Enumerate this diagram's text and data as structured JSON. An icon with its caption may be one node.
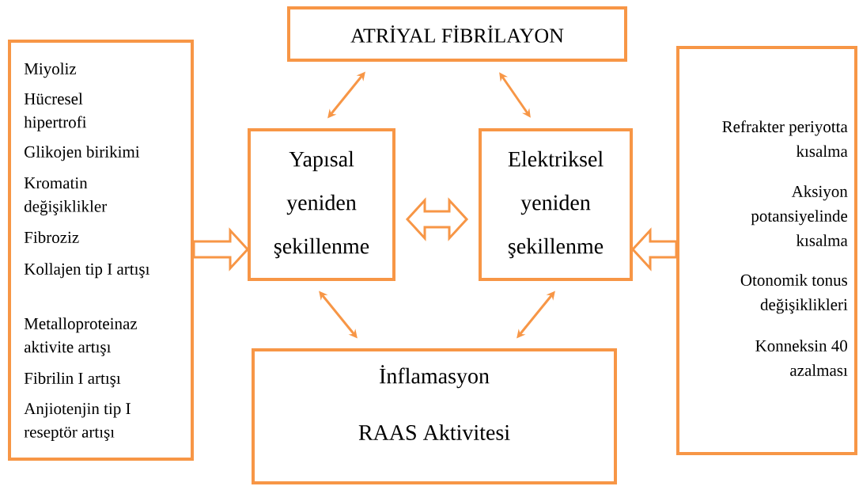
{
  "diagram": {
    "nodes": [
      {
        "text": [
          "ATRİYAL FİBRİLAYON"
        ]
      },
      {
        "text": [
          "Miyoliz",
          "Hücresel hipertrofi",
          "Glikojen birikimi",
          "Kromatin değişiklikler",
          "Fibroziz",
          "Kollajen tip I artışı",
          "Metalloproteinaz aktivite artışı",
          "Fibrilin I artışı",
          "Anjiotenjin tip I reseptör artışı"
        ]
      },
      {
        "text": [
          "Yapısal yeniden şekillenme"
        ]
      },
      {
        "text": [
          "Elektriksel yeniden şekillenme"
        ]
      },
      {
        "text": [
          "İnflamasyon",
          "RAAS Aktivitesi"
        ]
      },
      {
        "text": [
          "Refrakter periyotta kısalma",
          "Aksiyon potansiyelinde kısalma",
          "Otonomik tonus değişiklikleri",
          "Konneksin 40 azalması"
        ]
      }
    ],
    "edges": [
      {
        "from": 0,
        "to": 2,
        "arrow": "both"
      },
      {
        "from": 0,
        "to": 3,
        "arrow": "both"
      },
      {
        "from": 2,
        "to": 3,
        "arrow": "both",
        "style": "thick"
      },
      {
        "from": 1,
        "to": 2,
        "arrow": "to",
        "style": "thick"
      },
      {
        "from": 5,
        "to": 3,
        "arrow": "to",
        "style": "thick"
      },
      {
        "from": 2,
        "to": 4,
        "arrow": "both"
      },
      {
        "from": 3,
        "to": 4,
        "arrow": "both"
      }
    ]
  }
}
